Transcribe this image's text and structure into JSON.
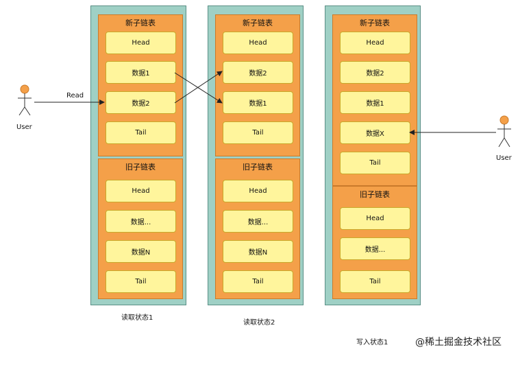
{
  "states": [
    {
      "caption": "读取状态1",
      "new_list": {
        "title": "新子链表",
        "nodes": [
          "Head",
          "数据1",
          "数据2",
          "Tail"
        ]
      },
      "old_list": {
        "title": "旧子链表",
        "nodes": [
          "Head",
          "数据...",
          "数据N",
          "Tail"
        ]
      }
    },
    {
      "caption": "读取状态2",
      "new_list": {
        "title": "新子链表",
        "nodes": [
          "Head",
          "数据2",
          "数据1",
          "Tail"
        ]
      },
      "old_list": {
        "title": "旧子链表",
        "nodes": [
          "Head",
          "数据...",
          "数据N",
          "Tail"
        ]
      }
    },
    {
      "caption": "写入状态1",
      "new_list": {
        "title": "新子链表",
        "nodes": [
          "Head",
          "数据2",
          "数据1",
          "数据X",
          "Tail"
        ]
      },
      "old_list": {
        "title": "旧子链表",
        "nodes": [
          "Head",
          "数据...",
          "Tail"
        ]
      }
    }
  ],
  "actors": {
    "left": "User",
    "right": "User"
  },
  "read_label": "Read",
  "watermark": "@稀土掘金技术社区",
  "colors": {
    "state_bg": "#9fd0c5",
    "group_bg": "#f4a049",
    "node_bg": "#fff59c"
  }
}
